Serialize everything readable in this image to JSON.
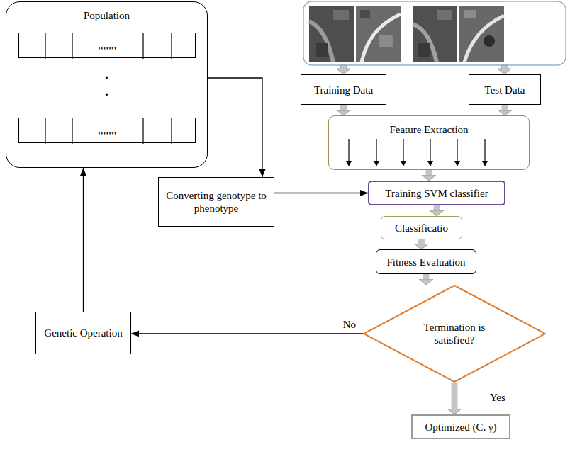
{
  "diagram": {
    "nodes": [
      {
        "text": [
          "Population"
        ]
      },
      {
        "text": [
          ",,,,,,,"
        ],
        "in": 0
      },
      {
        "text": [
          ",,,,,,,"
        ],
        "in": 0
      },
      {
        "text": [
          "Converting genotype to phenotype"
        ]
      },
      {
        "text": [
          "Genetic Operation"
        ]
      },
      {
        "text": [
          "Training Data"
        ]
      },
      {
        "text": [
          "Test Data"
        ]
      },
      {
        "text": [
          "Feature Extraction"
        ]
      },
      {
        "text": [
          "Training SVM classifier"
        ]
      },
      {
        "text": [
          "Classificatio"
        ]
      },
      {
        "text": [
          "Fitness Evaluation"
        ]
      },
      {
        "text": [
          "Termination is satisfied?"
        ]
      },
      {
        "text": [
          "Optimized (C, γ)"
        ]
      }
    ],
    "edges": [
      {
        "from": 5,
        "to": 7,
        "arrow": "to"
      },
      {
        "from": 6,
        "to": 7,
        "arrow": "to"
      },
      {
        "from": 7,
        "to": 8,
        "arrow": "to"
      },
      {
        "from": 8,
        "to": 9,
        "arrow": "to"
      },
      {
        "from": 9,
        "to": 10,
        "arrow": "to"
      },
      {
        "from": 10,
        "to": 11,
        "arrow": "to"
      },
      {
        "from": 11,
        "to": 12,
        "label": "Yes",
        "arrow": "to"
      },
      {
        "from": 11,
        "to": 4,
        "label": "No",
        "arrow": "to"
      },
      {
        "from": 4,
        "to": 0,
        "arrow": "to"
      },
      {
        "from": 0,
        "to": 3,
        "arrow": "to"
      },
      {
        "from": 3,
        "to": 8,
        "arrow": "to"
      }
    ],
    "labels": [
      ".",
      "."
    ]
  }
}
